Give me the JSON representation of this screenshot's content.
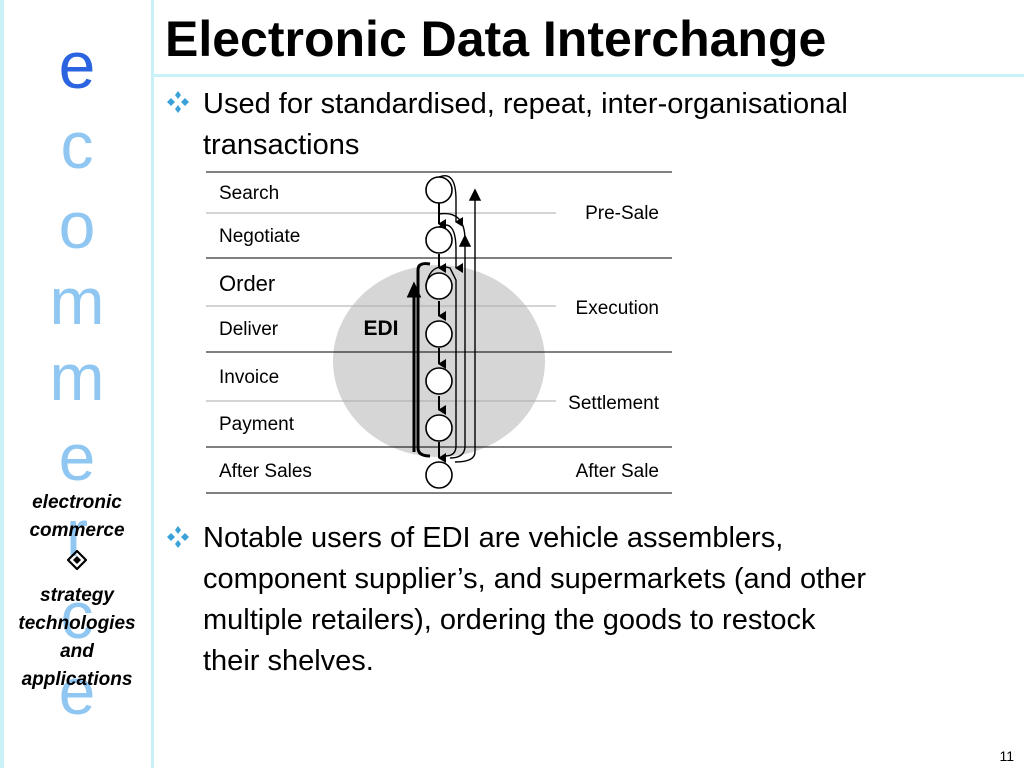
{
  "slide": {
    "title": "Electronic Data Interchange",
    "page_number": "11",
    "bullets": [
      {
        "line1": "Used for standardised, repeat, inter-organisational",
        "line2": "transactions"
      },
      {
        "line1": "Notable users of EDI are vehicle assemblers,",
        "line2": "component supplier’s, and supermarkets (and other",
        "line3": "multiple retailers), ordering the goods to restock",
        "line4": "their shelves."
      }
    ],
    "bullet_icon": "diamond-cluster-icon"
  },
  "sidebar": {
    "letters": [
      "e",
      "c",
      "o",
      "m",
      "m",
      "e",
      "r",
      "c",
      "e"
    ],
    "letter_colors": {
      "first": "#2b63e0",
      "rest": "#8fc7f2"
    },
    "caption": {
      "line1": "electronic",
      "line2": "commerce",
      "separator_icon": "diamond-icon",
      "line3": "strategy",
      "line4": "technologies",
      "line5": "and",
      "line6": "applications"
    }
  },
  "diagram": {
    "rows": [
      "Search",
      "Negotiate",
      "Order",
      "Deliver",
      "Invoice",
      "Payment",
      "After Sales"
    ],
    "phases": [
      "Pre-Sale",
      "Execution",
      "Settlement",
      "After Sale"
    ],
    "center_label": "EDI",
    "colors": {
      "ellipse": "#d6d6d6",
      "line": "#000000",
      "divider": "#999999"
    }
  }
}
